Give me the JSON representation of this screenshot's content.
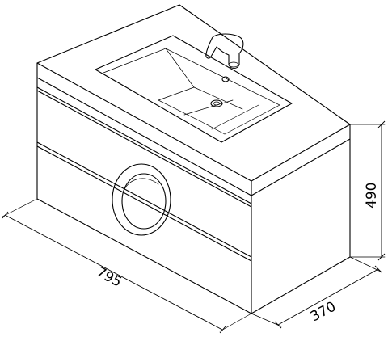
{
  "dimensions": {
    "width": "795",
    "depth": "370",
    "height": "490"
  }
}
